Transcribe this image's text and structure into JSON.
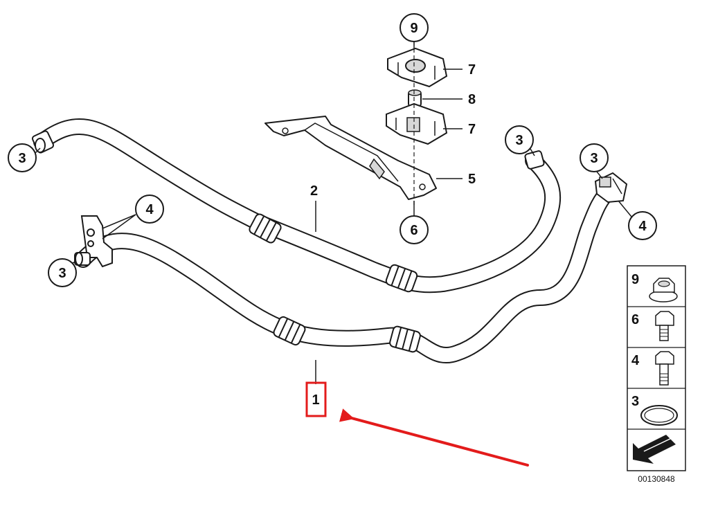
{
  "colors": {
    "line": "#1a1a1a",
    "hose_fill": "#ffffff",
    "fitting_fill": "#d8d8d8",
    "highlight": "#e31b1b"
  },
  "callouts": {
    "c9_top": "9",
    "c7_a": "7",
    "c8": "8",
    "c7_b": "7",
    "c5": "5",
    "c6": "6",
    "c2": "2",
    "c1": "1",
    "c3_left_top": "3",
    "c3_left_bottom": "3",
    "c4_left": "4",
    "c3_right_a": "3",
    "c3_right_b": "3",
    "c4_right": "4"
  },
  "legend": {
    "rows": [
      {
        "number": "9",
        "icon": "flange-nut-icon"
      },
      {
        "number": "6",
        "icon": "short-bolt-icon"
      },
      {
        "number": "4",
        "icon": "long-bolt-icon"
      },
      {
        "number": "3",
        "icon": "o-ring-icon"
      },
      {
        "number": "",
        "icon": "direction-arrow-icon"
      }
    ]
  },
  "catalog_number": "00130848",
  "annotation": {
    "highlight_target": "1",
    "arrow": "red-arrow-icon"
  }
}
